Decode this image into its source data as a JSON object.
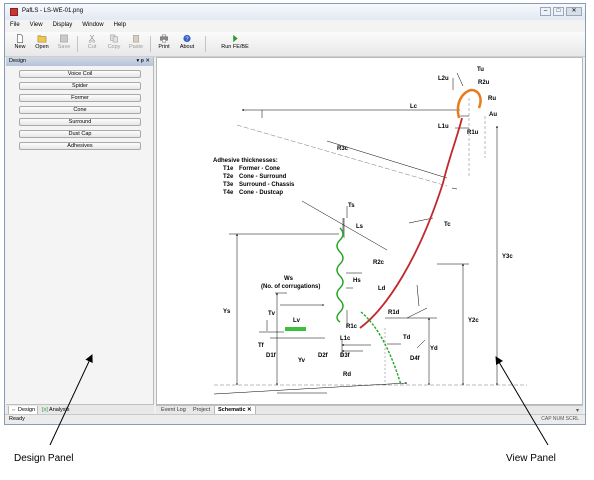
{
  "window": {
    "title": "PafLS - LS-WE-01.png",
    "controls": [
      "minimize",
      "maximize",
      "close"
    ]
  },
  "menu": [
    "File",
    "View",
    "Display",
    "Window",
    "Help"
  ],
  "toolbar": {
    "buttons": [
      {
        "label": "New",
        "icon": "new-file-icon",
        "enabled": true
      },
      {
        "label": "Open",
        "icon": "open-folder-icon",
        "enabled": true
      },
      {
        "label": "Save",
        "icon": "save-icon",
        "enabled": false
      },
      {
        "label": "Cut",
        "icon": "cut-icon",
        "enabled": false
      },
      {
        "label": "Copy",
        "icon": "copy-icon",
        "enabled": false
      },
      {
        "label": "Paste",
        "icon": "paste-icon",
        "enabled": false
      },
      {
        "label": "Print",
        "icon": "print-icon",
        "enabled": true
      },
      {
        "label": "About",
        "icon": "help-icon",
        "enabled": true
      },
      {
        "label": "Run FE/BE",
        "icon": "run-icon",
        "enabled": true
      }
    ]
  },
  "design_panel": {
    "title": "Design",
    "controls": "▾ ᵽ ✕",
    "buttons": [
      "Voice Coil",
      "Spider",
      "Former",
      "Cone",
      "Surround",
      "Dust Cap",
      "Adhesives"
    ],
    "tabs": [
      {
        "label": "Design",
        "active": true
      },
      {
        "label": "Analysis",
        "active": false
      }
    ]
  },
  "view_panel": {
    "tabs": [
      {
        "label": "Event Log",
        "active": false
      },
      {
        "label": "Project",
        "active": false
      },
      {
        "label": "Schematic",
        "active": true
      }
    ],
    "tab_close": "✕"
  },
  "schematic": {
    "adhesive_title": "Adhesive thicknesses:",
    "adhesive_rows": [
      {
        "code": "T1e",
        "desc": "Former - Cone"
      },
      {
        "code": "T2e",
        "desc": "Cone - Surround"
      },
      {
        "code": "T3e",
        "desc": "Surround - Chassis"
      },
      {
        "code": "T4e",
        "desc": "Cone - Dustcap"
      }
    ],
    "labels": {
      "Tu": "Tu",
      "L2u": "L2u",
      "R2u": "R2u",
      "Ru": "Ru",
      "Au": "Au",
      "L1u": "L1u",
      "R1u": "R1u",
      "Lc": "Lc",
      "R3c": "R3c",
      "Tc": "Tc",
      "Y3c": "Y3c",
      "Y2c": "Y2c",
      "R2c": "R2c",
      "Ts": "Ts",
      "Ls": "Ls",
      "Hs": "Hs",
      "Ws": "Ws",
      "Ws_note": "(No. of corrugations)",
      "Ys": "Ys",
      "Tv": "Tv",
      "Lv": "Lv",
      "Tf": "Tf",
      "D1f": "D1f",
      "Yv": "Yv",
      "D2f": "D2f",
      "D3f": "D3f",
      "L1c": "L1c",
      "R1c": "R1c",
      "R1d": "R1d",
      "Ld": "Ld",
      "Td": "Td",
      "D4f": "D4f",
      "Yd": "Yd",
      "Rd": "Rd"
    }
  },
  "status": {
    "left": "Ready",
    "right": "CAP  NUM  SCRL"
  },
  "callouts": {
    "design": "Design Panel",
    "view": "View Panel"
  }
}
